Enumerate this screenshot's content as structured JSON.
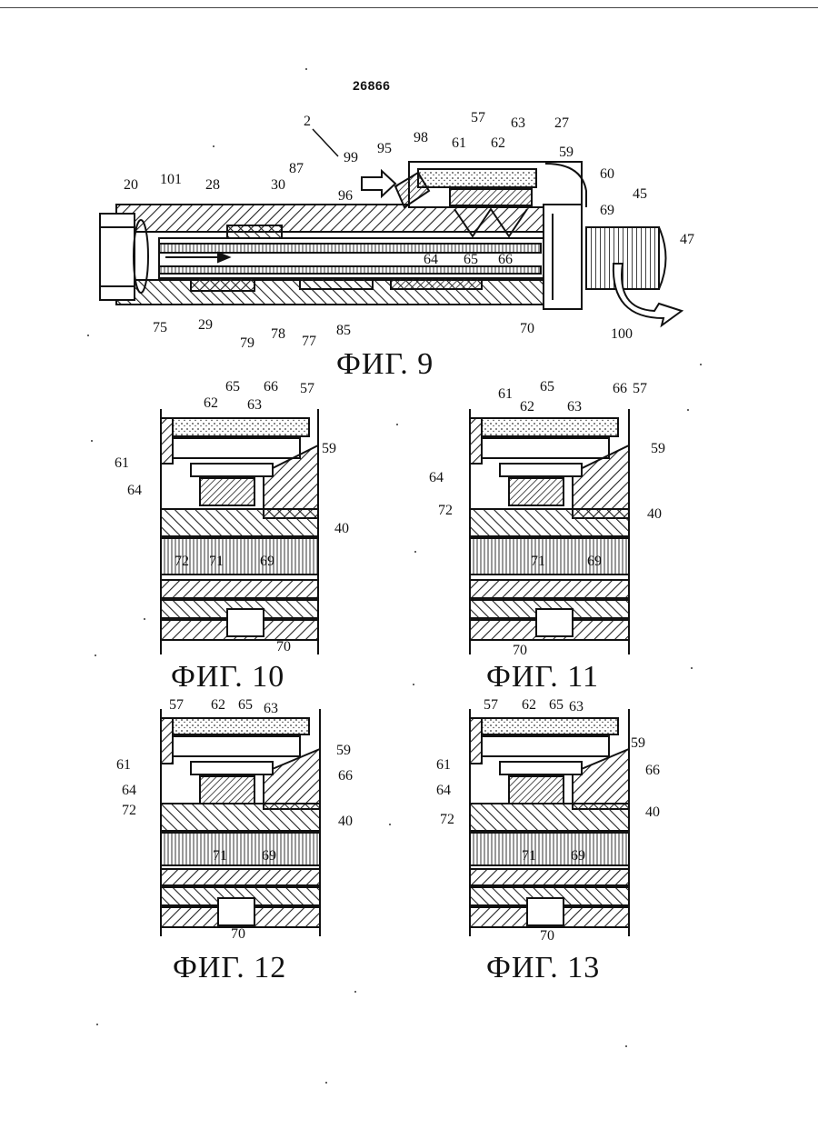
{
  "page_number": "26866",
  "figures": {
    "fig9": {
      "caption": "ФИГ. 9",
      "labels": [
        "2",
        "99",
        "95",
        "98",
        "57",
        "61",
        "62",
        "63",
        "27",
        "59",
        "60",
        "69",
        "20",
        "101",
        "28",
        "30",
        "87",
        "96",
        "45",
        "47",
        "64",
        "65",
        "66",
        "75",
        "29",
        "79",
        "78",
        "77",
        "85",
        "70",
        "100"
      ]
    },
    "fig10": {
      "caption": "ФИГ. 10",
      "labels": [
        "62",
        "65",
        "66",
        "63",
        "57",
        "61",
        "59",
        "64",
        "40",
        "72",
        "71",
        "69",
        "70"
      ]
    },
    "fig11": {
      "caption": "ФИГ. 11",
      "labels": [
        "61",
        "65",
        "66",
        "57",
        "62",
        "63",
        "59",
        "64",
        "72",
        "40",
        "71",
        "69",
        "70"
      ]
    },
    "fig12": {
      "caption": "ФИГ. 12",
      "labels": [
        "57",
        "62",
        "65",
        "63",
        "59",
        "61",
        "66",
        "64",
        "72",
        "40",
        "71",
        "69",
        "70"
      ]
    },
    "fig13": {
      "caption": "ФИГ. 13",
      "labels": [
        "57",
        "62",
        "65",
        "63",
        "59",
        "61",
        "66",
        "64",
        "40",
        "72",
        "71",
        "69",
        "70"
      ]
    }
  }
}
